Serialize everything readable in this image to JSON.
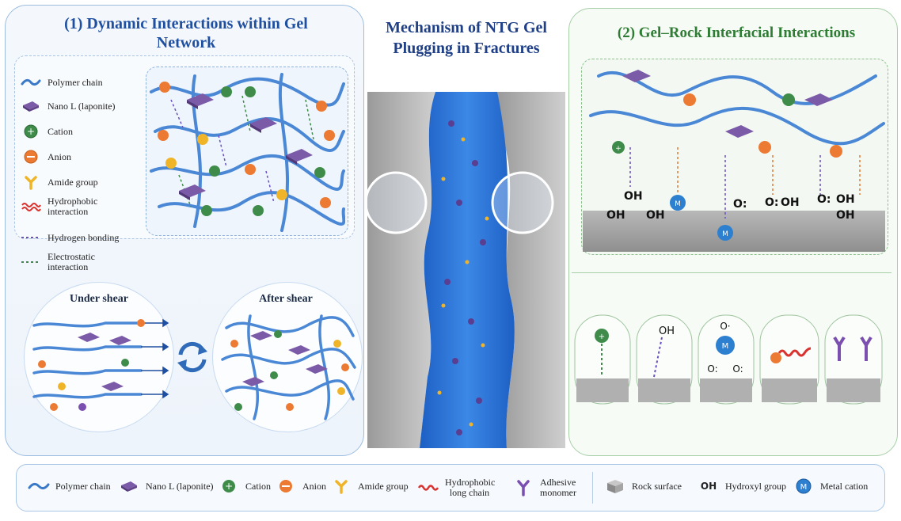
{
  "titles": {
    "left": "(1) Dynamic Interactions within Gel Network",
    "center": "Mechanism of NTG Gel Plugging in Fractures",
    "right": "(2) Gel–Rock Interfacial Interactions"
  },
  "left_legend": [
    {
      "icon": "polymer-chain-icon",
      "label": "Polymer chain"
    },
    {
      "icon": "laponite-icon",
      "label": "Nano L (laponite)"
    },
    {
      "icon": "cation-icon",
      "label": "Cation"
    },
    {
      "icon": "anion-icon",
      "label": "Anion"
    },
    {
      "icon": "amide-group-icon",
      "label": "Amide group"
    },
    {
      "icon": "hydrophobic-icon",
      "label": "Hydrophobic interaction"
    },
    {
      "icon": "hydrogen-bond-icon",
      "label": "Hydrogen bonding"
    },
    {
      "icon": "electrostatic-icon",
      "label": "Electrostatic interaction"
    }
  ],
  "shear": {
    "under": "Under shear",
    "after": "After shear"
  },
  "rock_labels": {
    "oh": "OH",
    "o": "O:",
    "m": "M",
    "ominus": "O·"
  },
  "bottom_legend": [
    {
      "icon": "polymer-chain-icon",
      "label": "Polymer chain"
    },
    {
      "icon": "laponite-icon",
      "label": "Nano L (laponite)"
    },
    {
      "icon": "cation-icon",
      "label": "Cation"
    },
    {
      "icon": "anion-icon",
      "label": "Anion"
    },
    {
      "icon": "amide-group-icon",
      "label": "Amide group"
    },
    {
      "icon": "hydrophobic-chain-icon",
      "label": "Hydrophobic long chain"
    },
    {
      "icon": "adhesive-monomer-icon",
      "label": "Adhesive monomer"
    },
    {
      "icon": "rock-surface-icon",
      "label": "Rock surface"
    },
    {
      "icon": "hydroxyl-icon",
      "label": "Hydroxyl group",
      "icon_text": "OH"
    },
    {
      "icon": "metal-cation-icon",
      "label": "Metal cation"
    }
  ],
  "colors": {
    "left_title": "#1f4fa0",
    "right_title": "#2f7d35",
    "polymer": "#3a78c8",
    "laponite": "#6b4d95",
    "cation": "#3f8c4a",
    "anion": "#ec7a32",
    "amide": "#f0b429",
    "hydrophobic": "#d9322f",
    "adhesive": "#7a4fb0",
    "metal": "#2d7fd0",
    "water": "#2a6fd6"
  }
}
